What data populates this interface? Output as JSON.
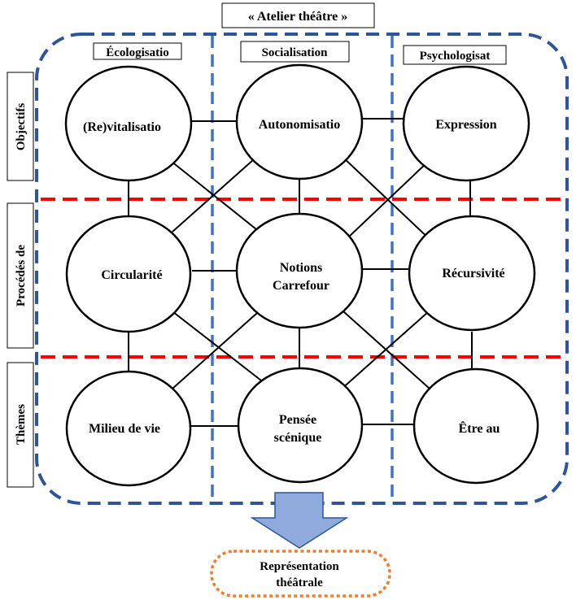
{
  "title": "« Atelier théâtre »",
  "columns": [
    "Écologisatio",
    "Socialisation",
    "Psychologisat"
  ],
  "rows": [
    "Objectifs",
    "Procédés de",
    "Thèmes"
  ],
  "nodes": {
    "revitalisation": "(Re)vitalisatio",
    "autonomisation": "Autonomisatio",
    "expression": "Expression",
    "circularite": "Circularité",
    "notions_1": "Notions",
    "notions_2": "Carrefour",
    "recursivite": "Récursivité",
    "milieu": "Milieu de vie",
    "pensee_1": "Pensée",
    "pensee_2": "scénique",
    "etre": "Être au"
  },
  "output": {
    "line1": "Représentation",
    "line2": "théâtrale"
  },
  "colors": {
    "frame": "#2f5597",
    "column_divider": "#4472c4",
    "row_divider": "#ff0000",
    "arrow_fill": "#8faadc",
    "output_border": "#ed7d31"
  }
}
